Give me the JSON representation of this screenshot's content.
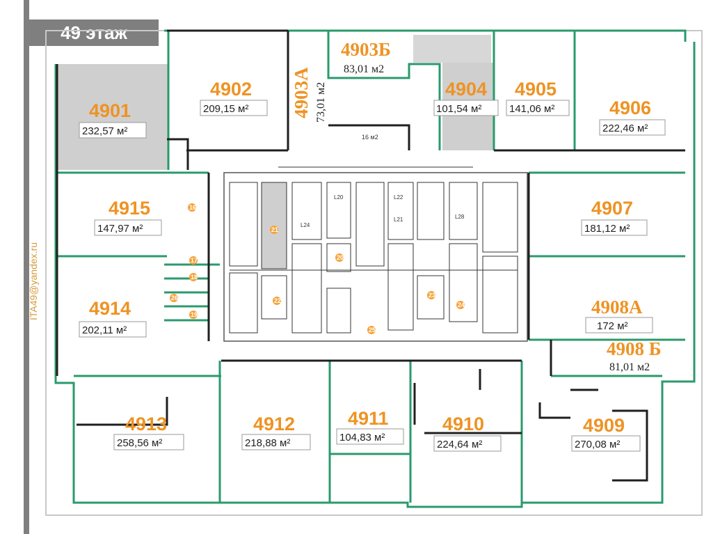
{
  "floor": {
    "label": "49 этаж"
  },
  "contact": {
    "email": "ITA49@yandex.ru"
  },
  "colors": {
    "accent": "#ee9324",
    "green_line": "#2a9a6c",
    "leased_fill": "#cfcfcf"
  },
  "units": [
    {
      "id": "u4901",
      "number": "4901",
      "area": "232,57 м²"
    },
    {
      "id": "u4902",
      "number": "4902",
      "area": "209,15 м²"
    },
    {
      "id": "u4903a",
      "number": "4903А",
      "area": "73,01 м2"
    },
    {
      "id": "u4903b",
      "number": "4903Б",
      "area": "83,01 м2"
    },
    {
      "id": "u4904",
      "number": "4904",
      "area": "101,54 м²"
    },
    {
      "id": "u4905",
      "number": "4905",
      "area": "141,06 м²"
    },
    {
      "id": "u4906",
      "number": "4906",
      "area": "222,46 м²"
    },
    {
      "id": "u4907",
      "number": "4907",
      "area": "181,12 м²"
    },
    {
      "id": "u4908a",
      "number": "4908А",
      "area": "172  м²"
    },
    {
      "id": "u4908b",
      "number": "4908 Б",
      "area": "81,01 м2"
    },
    {
      "id": "u4909",
      "number": "4909",
      "area": "270,08 м²"
    },
    {
      "id": "u4910",
      "number": "4910",
      "area": "224,64 м²"
    },
    {
      "id": "u4911",
      "number": "4911",
      "area": "104,83 м²"
    },
    {
      "id": "u4912",
      "number": "4912",
      "area": "218,88 м²"
    },
    {
      "id": "u4913",
      "number": "4913",
      "area": "258,56 м²"
    },
    {
      "id": "u4914",
      "number": "4914",
      "area": "202,11 м²"
    },
    {
      "id": "u4915",
      "number": "4915",
      "area": "147,97 м²"
    }
  ],
  "core": {
    "small_label": "16 м2",
    "numbers": [
      "16",
      "17",
      "18",
      "19",
      "20",
      "21",
      "22",
      "23",
      "24",
      "25",
      "26"
    ],
    "rooms": [
      "L20",
      "L21",
      "L22",
      "L24",
      "L28"
    ]
  }
}
